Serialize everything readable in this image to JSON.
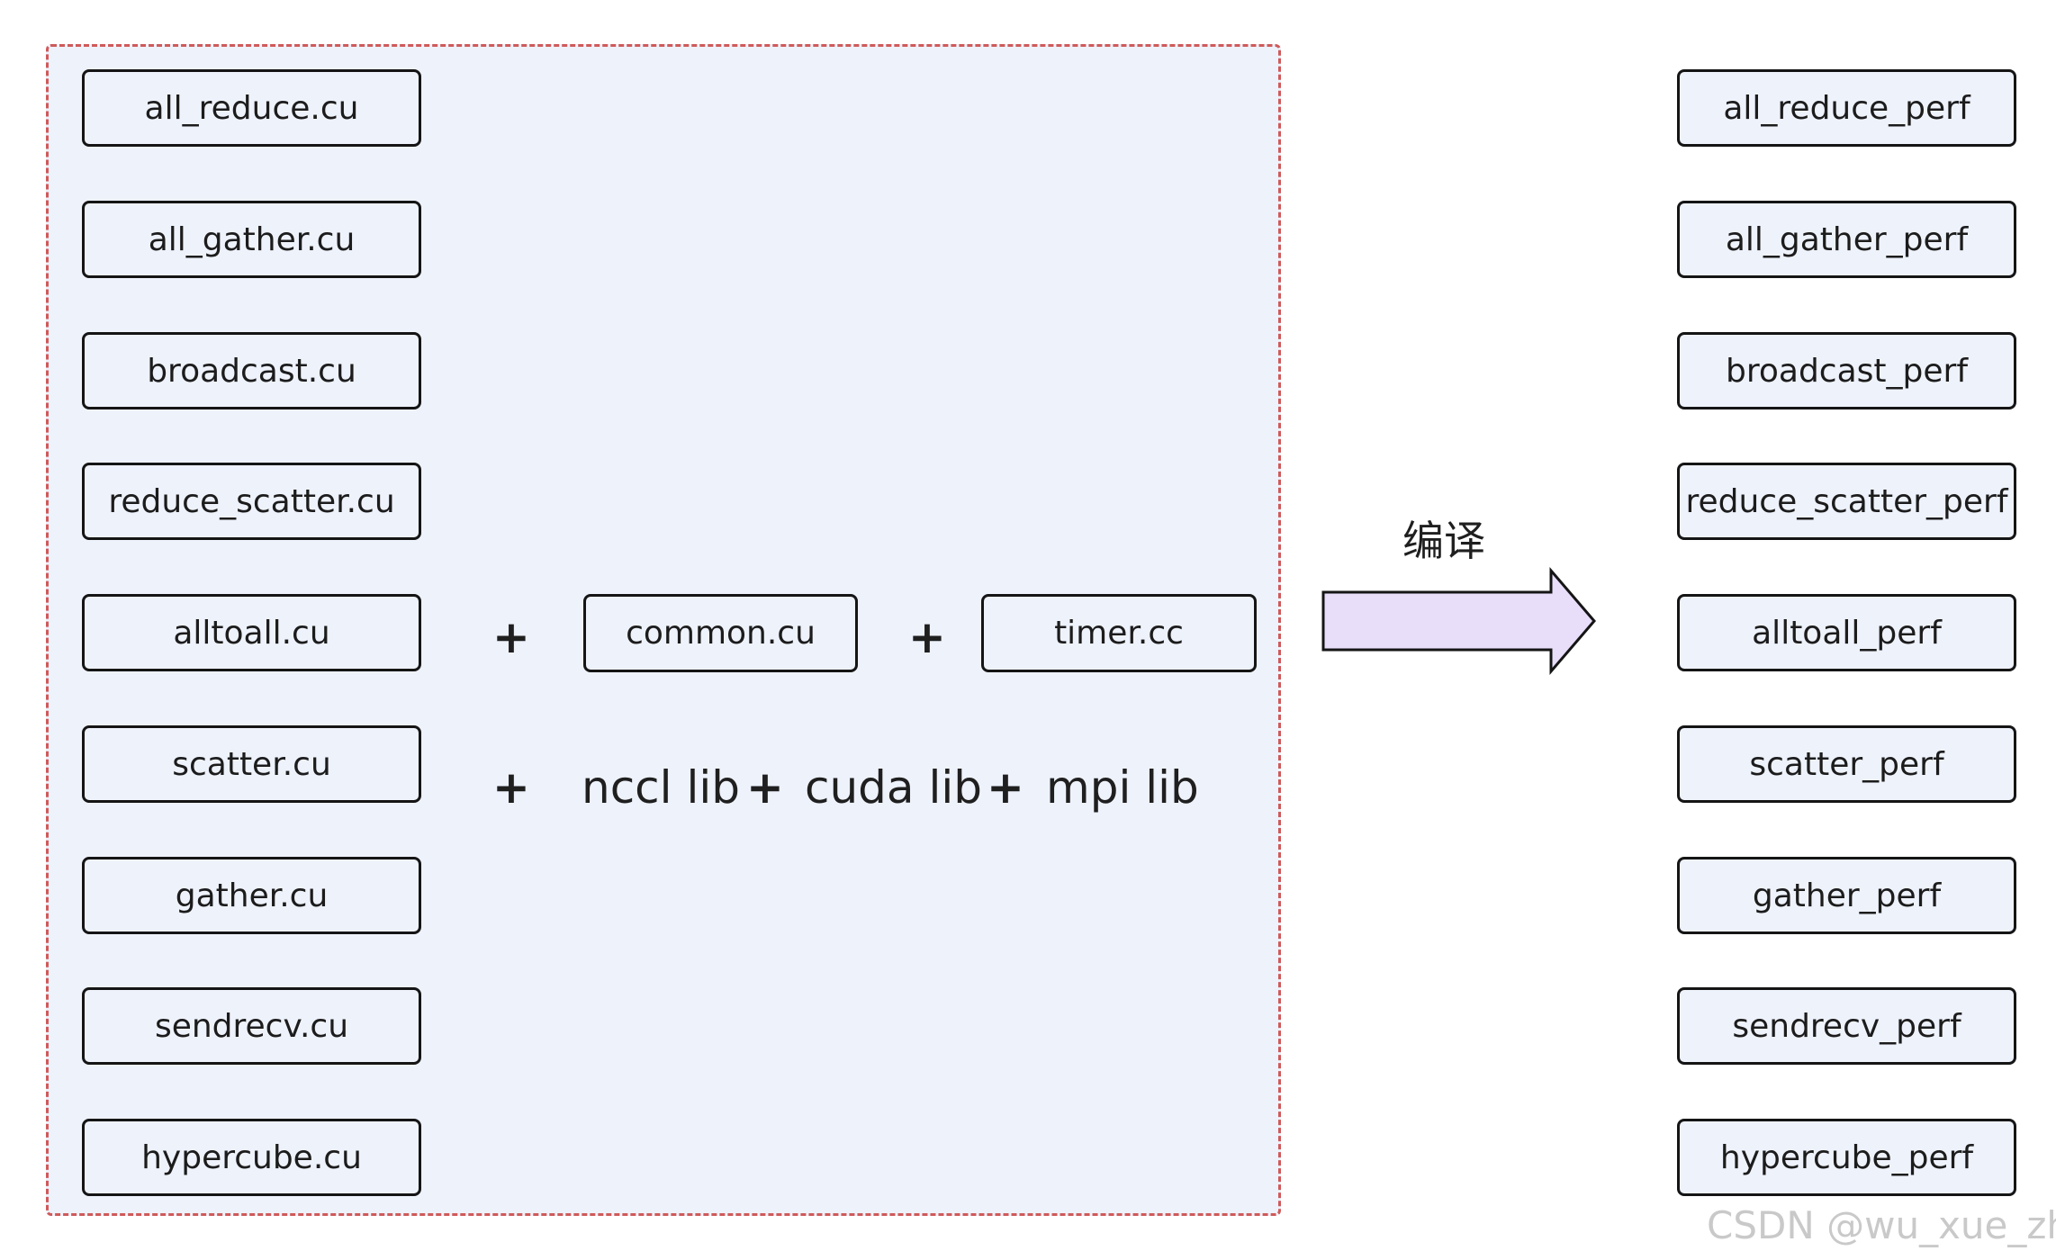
{
  "source_files": [
    "all_reduce.cu",
    "all_gather.cu",
    "broadcast.cu",
    "reduce_scatter.cu",
    "alltoall.cu",
    "scatter.cu",
    "gather.cu",
    "sendrecv.cu",
    "hypercube.cu"
  ],
  "shared_sources": {
    "common": "common.cu",
    "timer": "timer.cc"
  },
  "operators": {
    "plus": "+"
  },
  "libraries": {
    "nccl": "nccl lib",
    "cuda": "cuda lib",
    "mpi": "mpi lib"
  },
  "compile_step": {
    "label": "编译"
  },
  "output_binaries": [
    "all_reduce_perf",
    "all_gather_perf",
    "broadcast_perf",
    "reduce_scatter_perf",
    "alltoall_perf",
    "scatter_perf",
    "gather_perf",
    "sendrecv_perf",
    "hypercube_perf"
  ],
  "watermark": "CSDN @wu_xue_zhi",
  "colors": {
    "group_fill": "#eef2fb",
    "group_border": "#cf5a5a",
    "arrow_fill": "#e8defa",
    "box_border": "#151515"
  }
}
